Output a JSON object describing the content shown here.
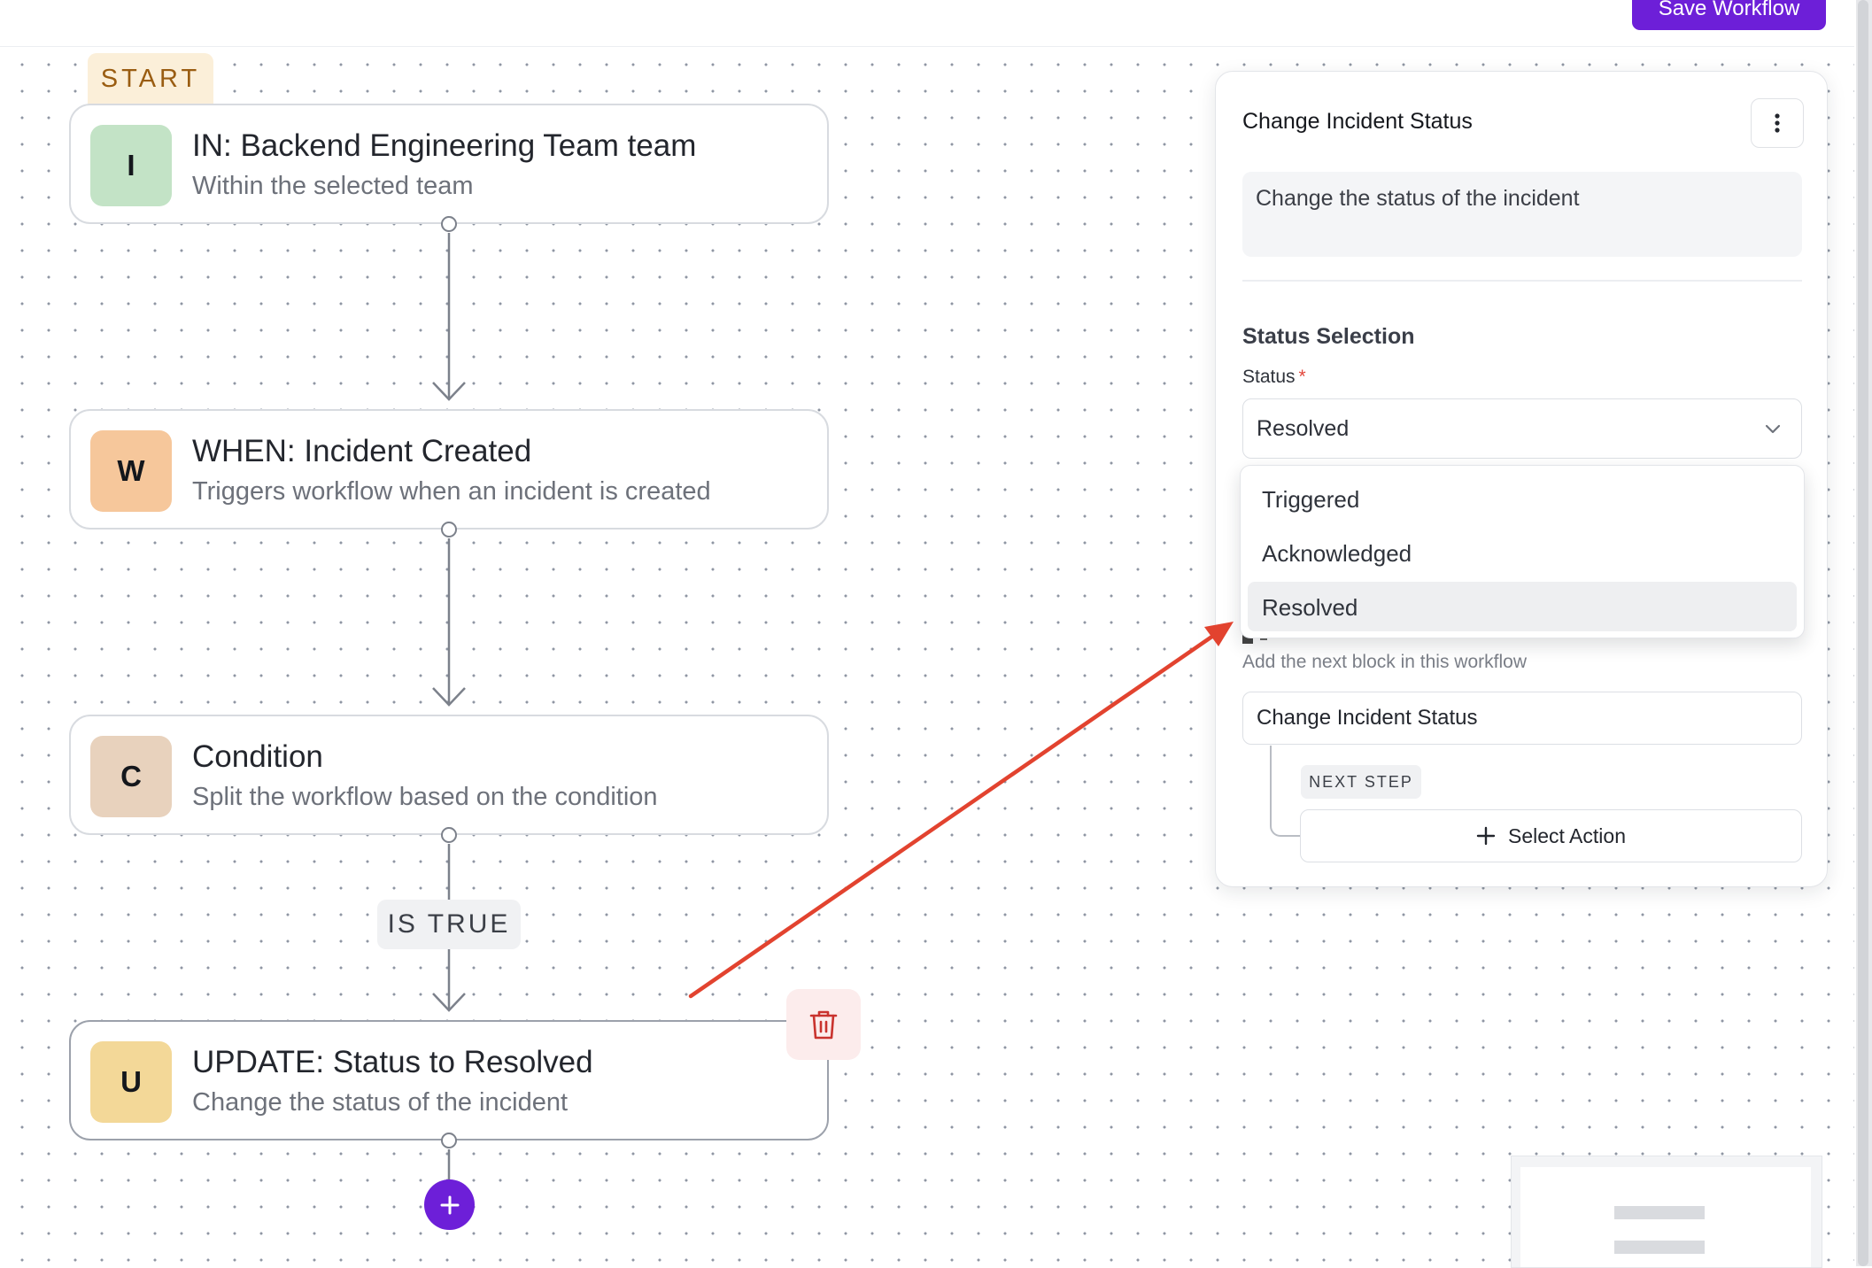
{
  "toolbar": {
    "save_label": "Save Workflow"
  },
  "workflow": {
    "start_label": "START",
    "nodes": [
      {
        "letter": "I",
        "title": "IN: Backend Engineering Team team",
        "subtitle": "Within the selected team",
        "avatar_color": "#c3e3c6"
      },
      {
        "letter": "W",
        "title": "WHEN: Incident Created",
        "subtitle": "Triggers workflow when an incident is created",
        "avatar_color": "#f6c79b"
      },
      {
        "letter": "C",
        "title": "Condition",
        "subtitle": "Split the workflow based on the condition",
        "avatar_color": "#e8d2bd"
      },
      {
        "letter": "U",
        "title": "UPDATE: Status to Resolved",
        "subtitle": "Change the status of the incident",
        "avatar_color": "#f3d898"
      }
    ],
    "condition_label": "IS TRUE"
  },
  "panel": {
    "title": "Change Incident Status",
    "description": "Change the status of the incident",
    "section_title": "Status Selection",
    "status_label": "Status",
    "required_mark": "*",
    "status_value": "Resolved",
    "status_options": [
      "Triggered",
      "Acknowledged",
      "Resolved"
    ],
    "next_description": "Add the next block in this workflow",
    "next_block": "Change Incident Status",
    "next_step_chip": "NEXT STEP",
    "select_action_label": "Select Action"
  },
  "colors": {
    "brand": "#6d1fd8",
    "annotation_arrow": "#e2432f",
    "delete_red": "#c9332e"
  }
}
